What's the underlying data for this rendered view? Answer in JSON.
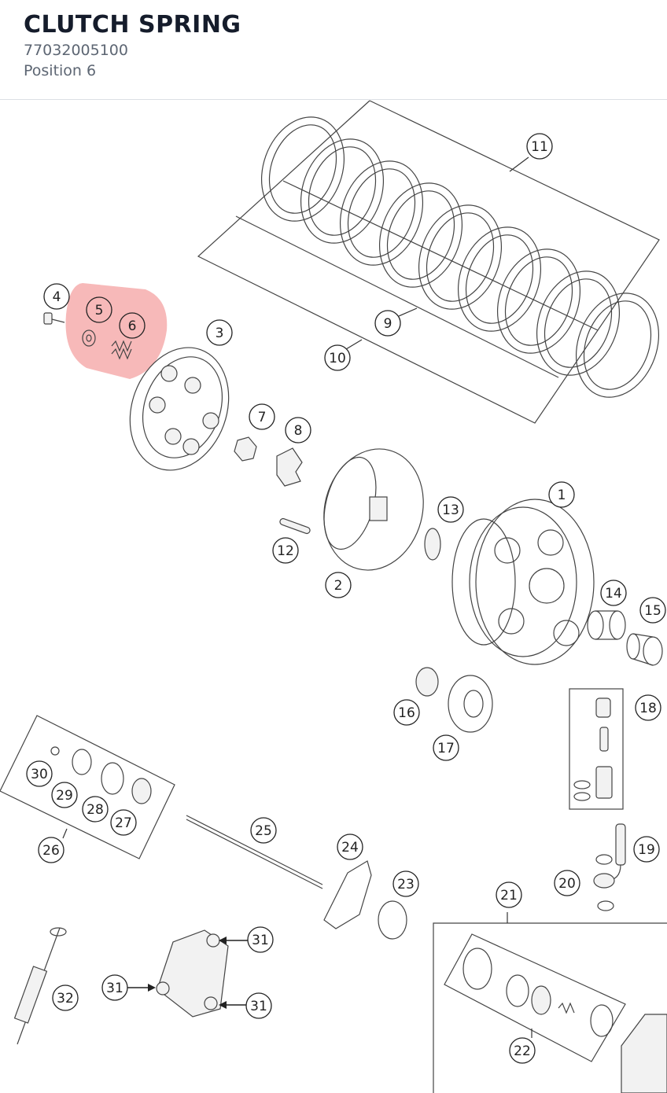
{
  "header": {
    "title": "CLUTCH SPRING",
    "part_number": "77032005100",
    "position_label": "Position 6"
  },
  "highlight_color": "#f08080",
  "callouts": [
    "1",
    "2",
    "3",
    "4",
    "5",
    "6",
    "7",
    "8",
    "9",
    "10",
    "11",
    "12",
    "13",
    "14",
    "15",
    "16",
    "17",
    "18",
    "19",
    "20",
    "21",
    "22",
    "23",
    "24",
    "25",
    "26",
    "27",
    "28",
    "29",
    "30",
    "31",
    "31",
    "31",
    "32"
  ]
}
